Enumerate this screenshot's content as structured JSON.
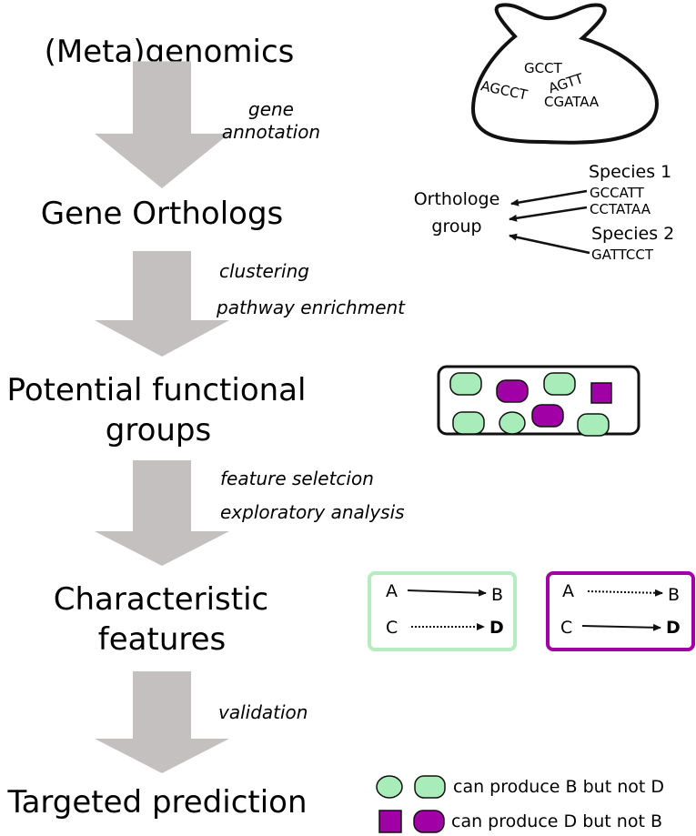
{
  "steps": [
    {
      "line1": "(Meta)genomics",
      "line2": ""
    },
    {
      "line1": "Gene Orthologs",
      "line2": ""
    },
    {
      "line1": "Potential functional",
      "line2": "groups"
    },
    {
      "line1": "Characteristic",
      "line2": "features"
    },
    {
      "line1": "Targeted prediction",
      "line2": ""
    }
  ],
  "transitions": [
    {
      "line1": "gene",
      "line2": "annotation"
    },
    {
      "line1": "clustering",
      "line2": "pathway enrichment"
    },
    {
      "line1": "feature seletcion",
      "line2": "exploratory analysis"
    },
    {
      "line1": "validation",
      "line2": ""
    }
  ],
  "bag": {
    "sequences": [
      "GCCT",
      "AGTT",
      "AGCCT",
      "CGATAA"
    ]
  },
  "orthologs": {
    "group_line1": "Orthologe",
    "group_line2": "group",
    "species1": "Species 1",
    "seq1": "GCCATT",
    "seq2": "CCTATAA",
    "species2": "Species 2",
    "seq3": "GATTCCT"
  },
  "features": {
    "green_box": {
      "a": "A",
      "b": "B",
      "c": "C",
      "d": "D"
    },
    "purple_box": {
      "a": "A",
      "b": "B",
      "c": "C",
      "d": "D"
    }
  },
  "legend": {
    "green_text": "can produce B but not D",
    "purple_text": "can produce D but not B"
  },
  "colors": {
    "arrow_gray": "#c4c0bf",
    "green_fill": "#a8ecb9",
    "green_border": "#b5ecc0",
    "purple": "#a100a6"
  }
}
